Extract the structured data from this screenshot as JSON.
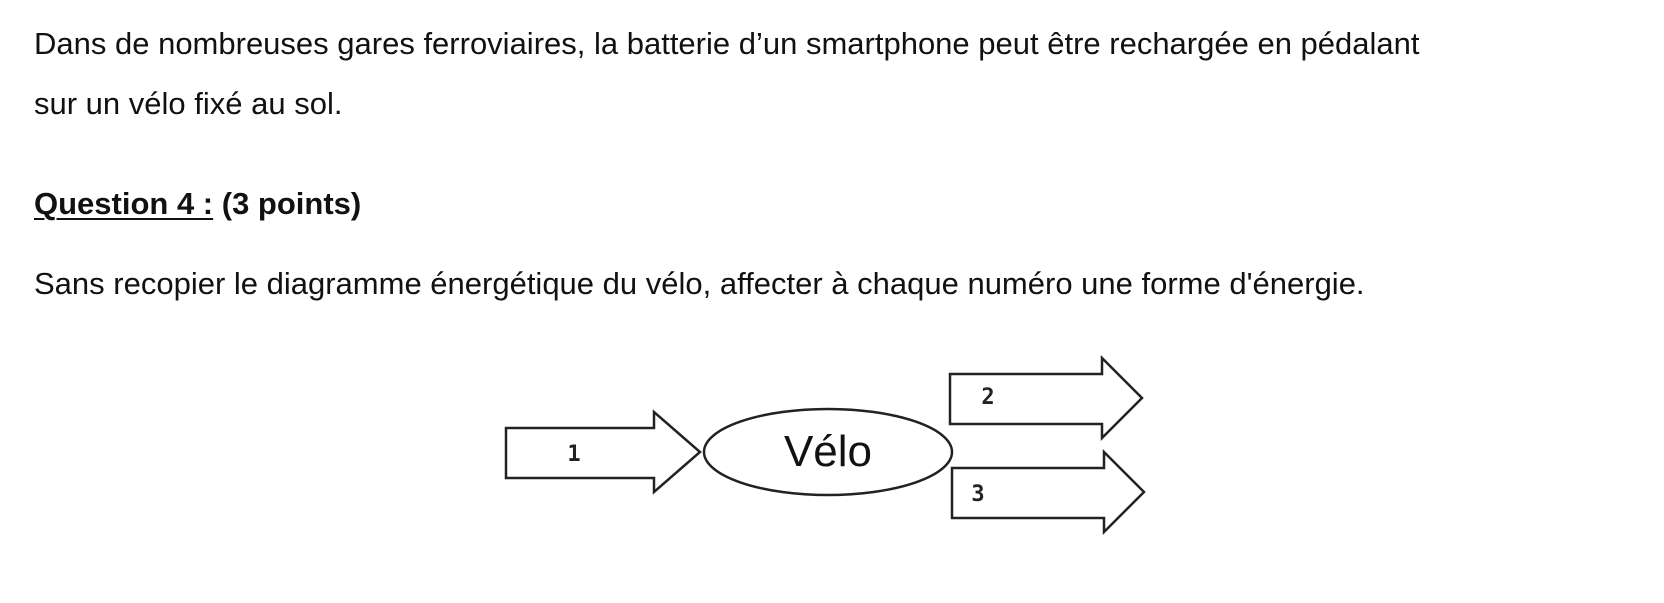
{
  "intro": {
    "line1": "Dans de nombreuses gares ferroviaires, la batterie d’un smartphone peut être rechargée en pédalant",
    "line2": "sur un vélo fixé au sol."
  },
  "question": {
    "label": "Question 4 :",
    "points": " (3 points)"
  },
  "instruction": "Sans recopier le diagramme énergétique du vélo, affecter à chaque numéro une forme d'énergie.",
  "diagram": {
    "center_label": "Vélo",
    "input_arrow_label": "1",
    "output_arrow_top_label": "2",
    "output_arrow_bottom_label": "3"
  }
}
